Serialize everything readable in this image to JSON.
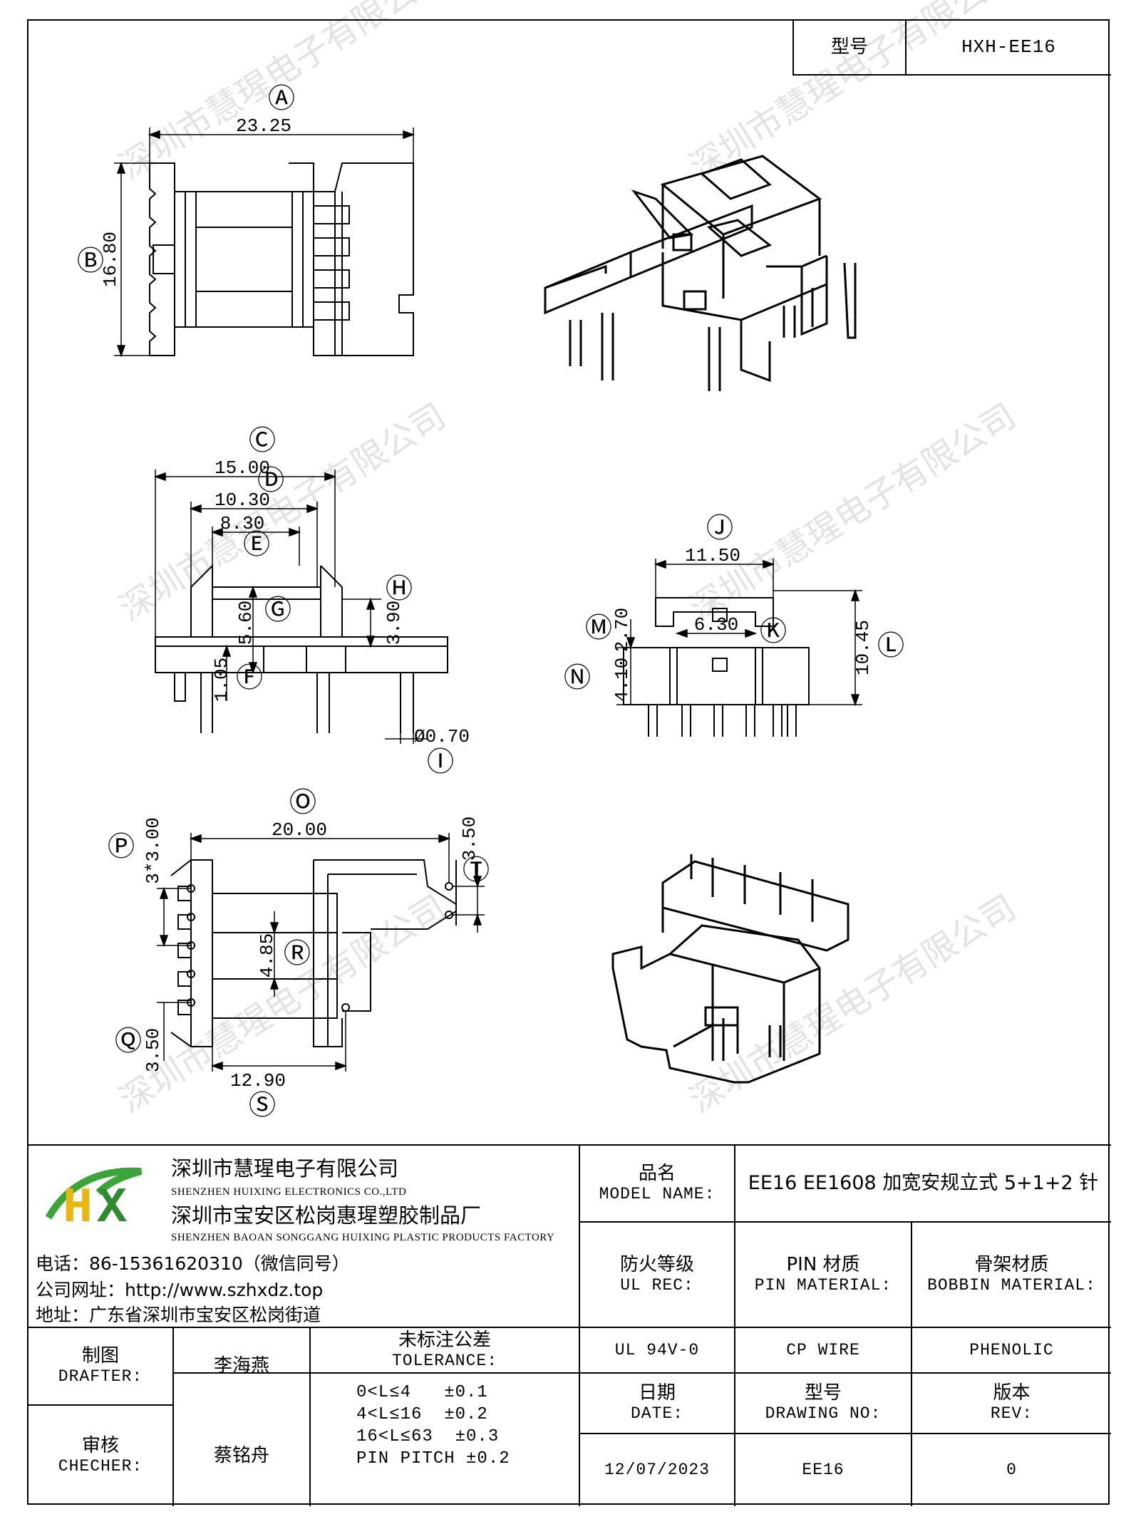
{
  "header": {
    "label": "型号",
    "value": "HXH-EE16"
  },
  "watermark": "深圳市慧瑆电子有限公司",
  "dimensions": {
    "A": "Ⓐ",
    "B": "Ⓑ",
    "C": "Ⓒ",
    "D": "Ⓓ",
    "E": "Ⓔ",
    "F": "Ⓕ",
    "G": "Ⓖ",
    "H": "Ⓗ",
    "I": "Ⓘ",
    "J": "Ⓙ",
    "K": "Ⓚ",
    "L": "Ⓛ",
    "M": "Ⓜ",
    "N": "Ⓝ",
    "O": "Ⓞ",
    "P": "Ⓟ",
    "Q": "Ⓠ",
    "R": "Ⓡ",
    "S": "Ⓢ",
    "T": "Ⓣ",
    "A_val": "23.25",
    "B_val": "16.80",
    "C_val": "15.00",
    "D_val": "10.30",
    "E_val": "8.30",
    "G_val": "5.60",
    "H_val": "3.90",
    "F_val": "1.05",
    "I_val": "Ø0.70",
    "J_val": "11.50",
    "K_val": "6.30",
    "L_val": "10.45",
    "M_val": "2.70",
    "N_val": "4.10",
    "O_val": "20.00",
    "P_val": "3*3.00",
    "T_val": "3.50",
    "R_val": "4.85",
    "Q_val": "3.50",
    "S_val": "12.90"
  },
  "company": {
    "logo_text": "HX",
    "logo_colors": {
      "h": "#e9b712",
      "x": "#2e8b2e",
      "swoosh": "#3aa63a"
    },
    "name_cn": "深圳市慧瑆电子有限公司",
    "name_en": "SHENZHEN HUIXING ELECTRONICS CO.,LTD",
    "factory_cn": "深圳市宝安区松岗惠瑆塑胶制品厂",
    "factory_en": "SHENZHEN BAOAN SONGGANG HUIXING PLASTIC PRODUCTS FACTORY",
    "phone": "电话：86-15361620310（微信同号）",
    "website": "公司网址：http://www.szhxdz.top",
    "address": "地址：广东省深圳市宝安区松岗街道"
  },
  "title_block": {
    "model_name_cn": "品名",
    "model_name_en": "MODEL NAME:",
    "model_name_value": "EE16 EE1608 加宽安规立式 5+1+2 针",
    "ul_rec_cn": "防火等级",
    "ul_rec_en": "UL REC:",
    "ul_rec_value": "UL 94V-0",
    "pin_material_cn": "PIN 材质",
    "pin_material_en": "PIN MATERIAL:",
    "pin_material_value": "CP WIRE",
    "bobbin_material_cn": "骨架材质",
    "bobbin_material_en": "BOBBIN MATERIAL:",
    "bobbin_material_value": "PHENOLIC",
    "drafter_cn": "制图",
    "drafter_en": "DRAFTER:",
    "drafter_value": "李海燕",
    "checker_cn": "审核",
    "checker_en": "CHECHER:",
    "checker_value": "蔡铭舟",
    "tolerance_cn": "未标注公差",
    "tolerance_en": "TOLERANCE:",
    "tolerance_lines": [
      "0<L≤4   ±0.1",
      "4<L≤16  ±0.2",
      "16<L≤63  ±0.3",
      "PIN PITCH ±0.2"
    ],
    "date_cn": "日期",
    "date_en": "DATE:",
    "date_value": "12/07/2023",
    "drawing_no_cn": "型号",
    "drawing_no_en": "DRAWING NO:",
    "drawing_no_value": "EE16",
    "rev_cn": "版本",
    "rev_en": "REV:",
    "rev_value": "0"
  }
}
